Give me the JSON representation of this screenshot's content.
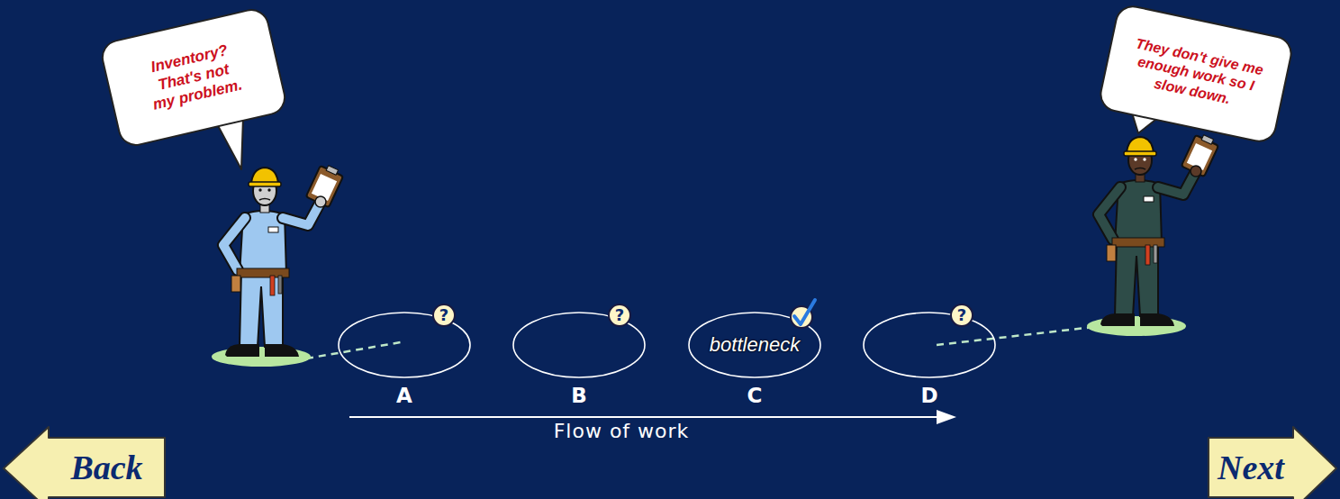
{
  "diagram": {
    "nodes": [
      {
        "text": [
          "Inventory? That's not my problem."
        ]
      },
      {
        "text": [
          "They don't give me enough work so I slow down."
        ]
      },
      {
        "text": [
          "A"
        ]
      },
      {
        "text": [
          "B"
        ]
      },
      {
        "text": [
          "bottleneck",
          "C"
        ]
      },
      {
        "text": [
          "D"
        ]
      },
      {
        "text": [
          "Back"
        ]
      },
      {
        "text": [
          "Next"
        ]
      }
    ],
    "labels": [
      "?",
      "?",
      "?",
      "Flow of work"
    ]
  }
}
